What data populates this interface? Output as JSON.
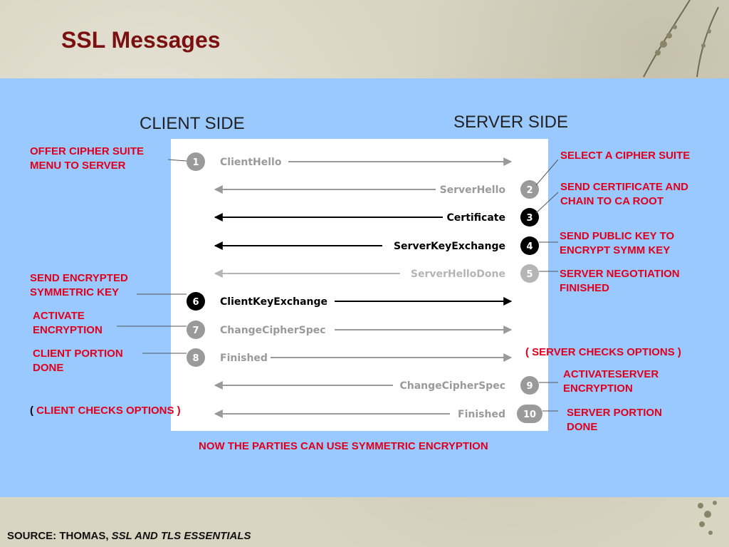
{
  "title": "SSL Messages",
  "client_heading": "CLIENT SIDE",
  "server_heading": "SERVER SIDE",
  "messages": [
    {
      "num": "1",
      "label": "ClientHello",
      "direction": "client-to-server",
      "emphasis": "gray"
    },
    {
      "num": "2",
      "label": "ServerHello",
      "direction": "server-to-client",
      "emphasis": "gray"
    },
    {
      "num": "3",
      "label": "Certificate",
      "direction": "server-to-client",
      "emphasis": "black"
    },
    {
      "num": "4",
      "label": "ServerKeyExchange",
      "direction": "server-to-client",
      "emphasis": "black"
    },
    {
      "num": "5",
      "label": "ServerHelloDone",
      "direction": "server-to-client",
      "emphasis": "light"
    },
    {
      "num": "6",
      "label": "ClientKeyExchange",
      "direction": "client-to-server",
      "emphasis": "black"
    },
    {
      "num": "7",
      "label": "ChangeCipherSpec",
      "direction": "client-to-server",
      "emphasis": "gray"
    },
    {
      "num": "8",
      "label": "Finished",
      "direction": "client-to-server",
      "emphasis": "gray"
    },
    {
      "num": "9",
      "label": "ChangeCipherSpec",
      "direction": "server-to-client",
      "emphasis": "gray"
    },
    {
      "num": "10",
      "label": "Finished",
      "direction": "server-to-client",
      "emphasis": "gray"
    }
  ],
  "client_notes": {
    "offer_1": "OFFER CIPHER SUITE",
    "offer_2": "MENU TO SERVER",
    "send_enc_1": "SEND ENCRYPTED",
    "send_enc_2": "SYMMETRIC KEY",
    "activate_1": "ACTIVATE",
    "activate_2": "ENCRYPTION",
    "portion_1": "CLIENT PORTION",
    "portion_2": "DONE",
    "checks_paren_open": "(",
    "checks_text": "CLIENT CHECKS OPTIONS )"
  },
  "server_notes": {
    "select": "SELECT A CIPHER SUITE",
    "cert_1": "SEND CERTIFICATE AND",
    "cert_2": "CHAIN TO CA ROOT",
    "pubkey_1": "SEND PUBLIC KEY TO",
    "pubkey_2": "ENCRYPT SYMM KEY",
    "nego_1": "SERVER NEGOTIATION",
    "nego_2": "FINISHED",
    "checks": "( SERVER CHECKS OPTIONS )",
    "activate_1": "ACTIVATESERVER",
    "activate_2": "ENCRYPTION",
    "portion_1": "SERVER PORTION",
    "portion_2": "DONE"
  },
  "footer_note": "NOW THE PARTIES CAN USE SYMMETRIC ENCRYPTION",
  "source_prefix": "SOURCE: THOMAS,",
  "source_title": "SSL AND TLS ESSENTIALS",
  "colors": {
    "title": "#7a1010",
    "panel": "#99c9ff",
    "note_red": "#e0001b",
    "gray_msg": "#9a9a9a",
    "light_msg": "#b5b5b5",
    "black_msg": "#000000"
  }
}
